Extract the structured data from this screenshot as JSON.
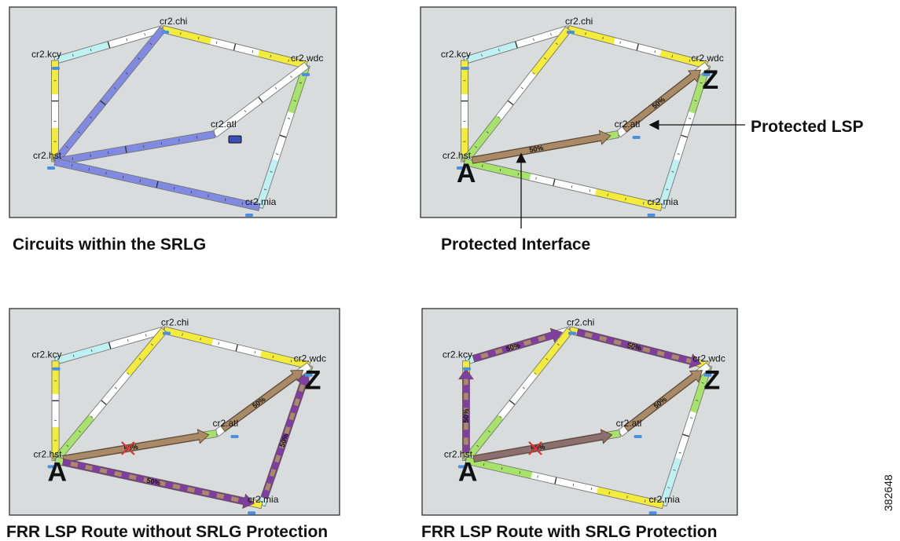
{
  "figure_id": "382648",
  "colors": {
    "panel_bg": "#d9dcdc",
    "link_white": "#ffffff",
    "link_yellow": "#f4ec3c",
    "link_green": "#a7e36a",
    "link_cyan": "#bff0f2",
    "link_blue": "#7f8ae0",
    "lsp_brown": "#a88a66",
    "lsp_purple": "#7e3fa0",
    "node_blue": "#4a90e2",
    "cross_red": "#e03030"
  },
  "nodes": {
    "chi": "cr2.chi",
    "kcy": "cr2.kcy",
    "wdc": "cr2.wdc",
    "atl": "cr2.atl",
    "hst": "cr2.hst",
    "mia": "cr2.mia"
  },
  "endpoints": {
    "a": "A",
    "z": "Z"
  },
  "lsp_label": "50%",
  "panels": [
    {
      "caption": "Circuits within the SRLG"
    },
    {
      "caption": "Protected Interface",
      "annotation": "Protected LSP"
    },
    {
      "caption": "FRR LSP Route without SRLG Protection"
    },
    {
      "caption": "FRR LSP Route with SRLG Protection"
    }
  ]
}
